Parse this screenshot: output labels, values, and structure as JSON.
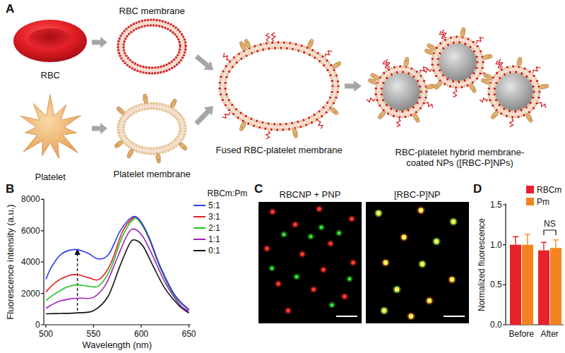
{
  "diagram": {
    "nodes": [
      {
        "text": [
          "RBC"
        ]
      },
      {
        "text": [
          "RBC membrane"
        ]
      },
      {
        "text": [
          "Platelet"
        ]
      },
      {
        "text": [
          "Platelet membrane"
        ]
      },
      {
        "text": [
          "Fused RBC-platelet membrane"
        ]
      },
      {
        "text": [
          "RBC-platelet hybrid membrane-coated NPs ([RBC-P]NPs)"
        ]
      }
    ],
    "edges": [
      {
        "from": 0,
        "to": 1,
        "arrow": "to"
      },
      {
        "from": 2,
        "to": 3,
        "arrow": "to"
      },
      {
        "from": 1,
        "to": 4,
        "arrow": "to"
      },
      {
        "from": 3,
        "to": 4,
        "arrow": "to"
      },
      {
        "from": 4,
        "to": 5,
        "arrow": "to"
      }
    ],
    "labels": [
      "A",
      "B",
      "C",
      "D",
      "0",
      "2000",
      "4000",
      "6000",
      "8000",
      "500",
      "550",
      "600",
      "650",
      "Fluorescence intensity (a.u.)",
      "Wavelength (nm)",
      "RBCm:Pm",
      "RBCNP + PNP",
      "[RBC-P]NP",
      "0.0",
      "0.5",
      "1.0",
      "1.5",
      "Normalized fluorescence",
      "Before",
      "After",
      "NS"
    ],
    "legend": [
      {
        "text": "5:1"
      },
      {
        "text": "3:1"
      },
      {
        "text": "2:1"
      },
      {
        "text": "1:1"
      },
      {
        "text": "0:1"
      },
      {
        "text": "RBCm",
        "color": "#e8212b"
      },
      {
        "text": "Pm",
        "color": "#f58220"
      }
    ]
  }
}
